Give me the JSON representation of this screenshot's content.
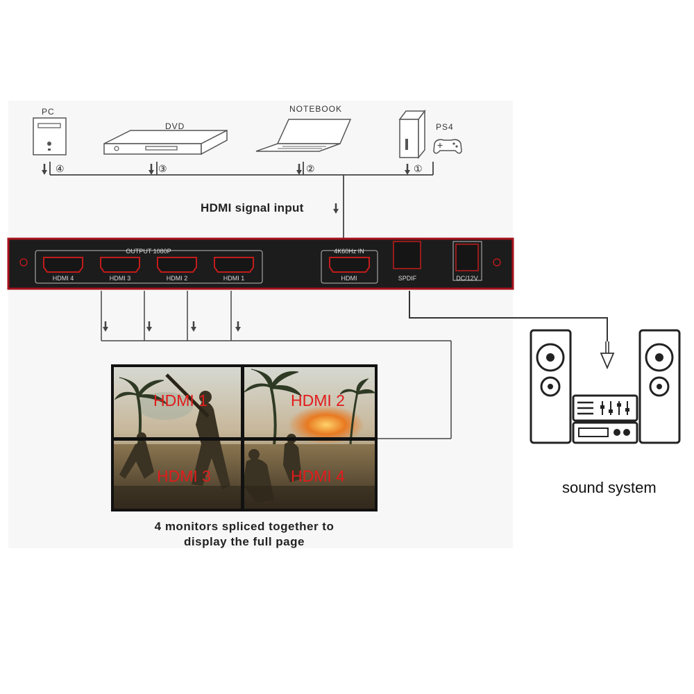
{
  "sources": [
    {
      "name": "PC",
      "num": "④"
    },
    {
      "name": "DVD",
      "num": "③"
    },
    {
      "name": "NOTEBOOK",
      "num": "②"
    },
    {
      "name": "PS4",
      "num": "①"
    }
  ],
  "input_label": "HDMI signal input",
  "splitter": {
    "output_group": "OUTPUT 1080P",
    "outputs": [
      "HDMI 4",
      "HDMI 3",
      "HDMI 2",
      "HDMI 1"
    ],
    "input_group": "4K60Hz IN",
    "input_port": "HDMI",
    "spdif": "SPDIF",
    "power": "DC/12V"
  },
  "video_wall": {
    "quadrants": [
      "HDMI 1",
      "HDMI 2",
      "HDMI 3",
      "HDMI 4"
    ],
    "caption_line1": "4 monitors spliced together to",
    "caption_line2": "display the full page"
  },
  "sound_system_label": "sound system",
  "colors": {
    "panel": "#1c1c1c",
    "panel_border": "#a5121a",
    "quadrant_text": "#e21b1b",
    "line": "#444444"
  }
}
